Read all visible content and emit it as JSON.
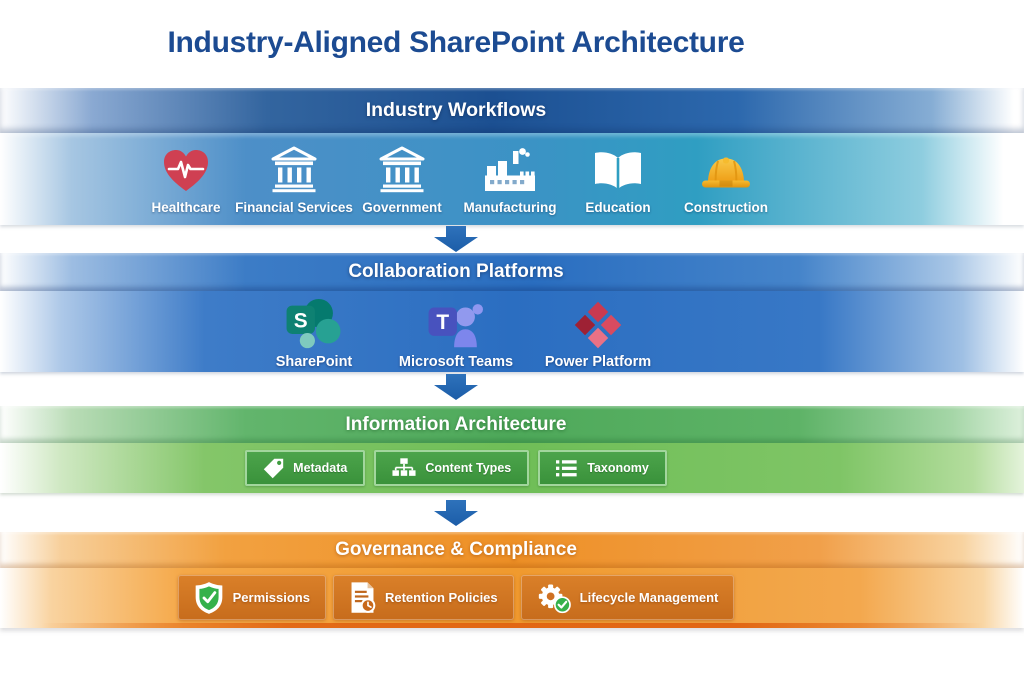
{
  "page": {
    "title": "Industry-Aligned SharePoint Architecture"
  },
  "colors": {
    "title_text": "#1c4b92",
    "band1_header_blue": "#1c5092",
    "band1_body_blue": "#3b93c5",
    "band2_blue": "#2b6ec1",
    "band3_green": "#4ea95a",
    "band3_body_green": "#6fbe57",
    "ia_button_green": "#3f9c40",
    "band4_orange": "#ee9026",
    "gov_button_orange": "#cf7022",
    "arrow_blue": "#2166ae",
    "healthcare_red": "#cf4052",
    "hardhat_yellow": "#f3b127",
    "status_check_green": "#35b14b"
  },
  "bands": {
    "industry_workflows": {
      "header": "Industry Workflows",
      "items": [
        {
          "label": "Healthcare",
          "icon": "heart-pulse-icon"
        },
        {
          "label": "Financial Services",
          "icon": "bank-icon"
        },
        {
          "label": "Government",
          "icon": "bank-icon"
        },
        {
          "label": "Manufacturing",
          "icon": "factory-icon"
        },
        {
          "label": "Education",
          "icon": "open-book-icon"
        },
        {
          "label": "Construction",
          "icon": "hard-hat-icon"
        }
      ]
    },
    "collaboration_platforms": {
      "header": "Collaboration Platforms",
      "items": [
        {
          "label": "SharePoint",
          "icon": "sharepoint-icon"
        },
        {
          "label": "Microsoft Teams",
          "icon": "teams-icon"
        },
        {
          "label": "Power Platform",
          "icon": "power-platform-icon"
        }
      ]
    },
    "information_architecture": {
      "header": "Information Architecture",
      "items": [
        {
          "label": "Metadata",
          "icon": "tag-icon"
        },
        {
          "label": "Content Types",
          "icon": "sitemap-icon"
        },
        {
          "label": "Taxonomy",
          "icon": "list-icon"
        }
      ]
    },
    "governance_compliance": {
      "header": "Governance & Compliance",
      "items": [
        {
          "label": "Permissions",
          "icon": "shield-check-icon"
        },
        {
          "label": "Retention Policies",
          "icon": "document-clock-icon"
        },
        {
          "label": "Lifecycle Management",
          "icon": "gear-check-icon"
        }
      ]
    }
  }
}
